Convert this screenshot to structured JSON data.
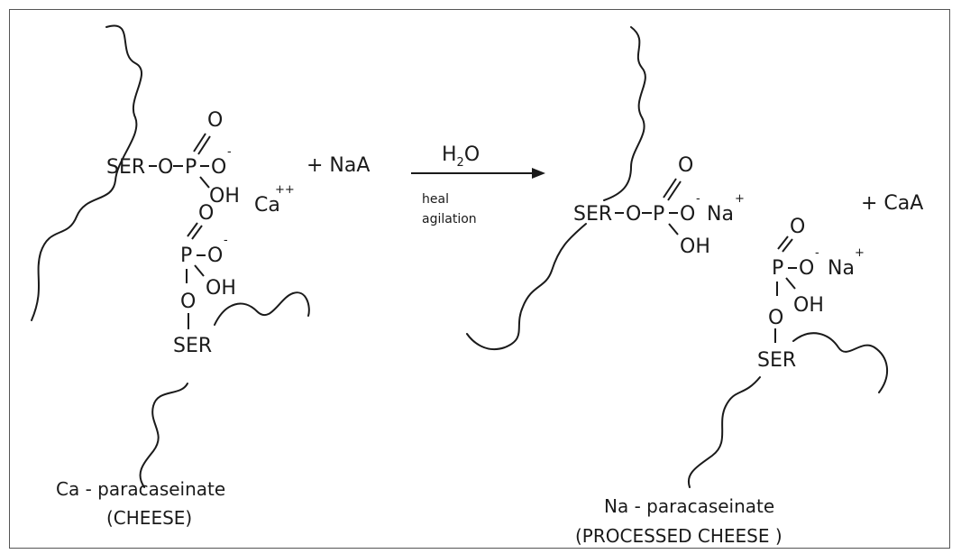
{
  "reactant": {
    "top_group": {
      "ser": "SER",
      "o1": "O",
      "p": "P",
      "o_double": "O",
      "o_minus": "O",
      "minus": "-",
      "oh": "OH"
    },
    "calcium": {
      "symbol": "Ca",
      "charge": "++"
    },
    "bottom_group": {
      "o_double": "O",
      "p": "P",
      "o_minus": "O",
      "minus": "-",
      "oh": "OH",
      "o_link": "O",
      "ser": "SER"
    },
    "name": "Ca - paracaseinate",
    "subtitle": "(CHEESE)"
  },
  "reagent": "+ NaA",
  "arrow": {
    "top_label_main": "H",
    "top_label_sub": "2",
    "top_label_end": "O",
    "bottom_line1": "heal",
    "bottom_line2": "agilation"
  },
  "product": {
    "top_group": {
      "ser": "SER",
      "o1": "O",
      "p": "P",
      "o_double": "O",
      "o_minus": "O",
      "minus": "-",
      "na": "Na",
      "plus": "+",
      "oh": "OH"
    },
    "bottom_group": {
      "o_double": "O",
      "p": "P",
      "o_minus": "O",
      "minus": "-",
      "na": "Na",
      "plus": "+",
      "oh": "OH",
      "o_link": "O",
      "ser": "SER"
    },
    "name": "Na - paracaseinate",
    "subtitle": "(PROCESSED CHEESE )"
  },
  "byproduct": "+ CaA"
}
